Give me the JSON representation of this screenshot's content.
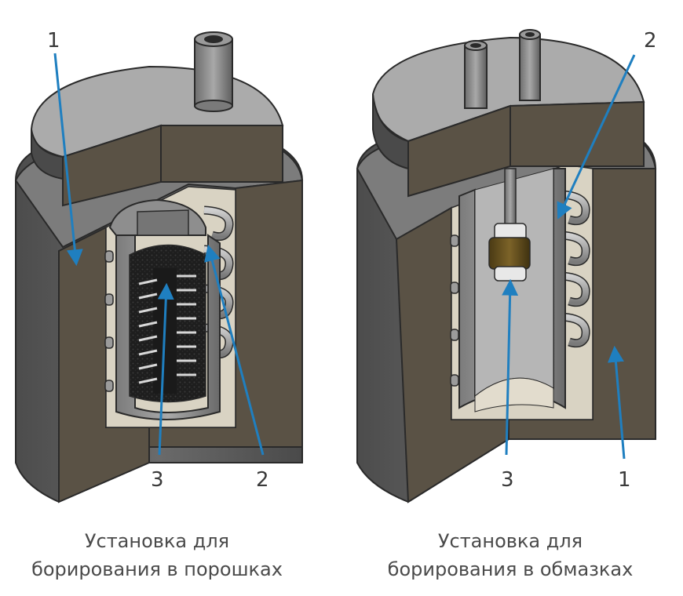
{
  "left_unit": {
    "caption_line1": "Установка для",
    "caption_line2": "борирования в порошках",
    "callouts": {
      "housing": "1",
      "container": "2",
      "part": "3"
    }
  },
  "right_unit": {
    "caption_line1": "Установка для",
    "caption_line2": "борирования в обмазках",
    "callouts": {
      "housing": "1",
      "container": "2",
      "part": "3"
    }
  },
  "colors": {
    "arrow": "#1f7fc0",
    "insulation": "#5a5245",
    "metal_light": "#a0a0a0",
    "metal_dark": "#5e5e5e",
    "coating_band": "#6b5320"
  }
}
